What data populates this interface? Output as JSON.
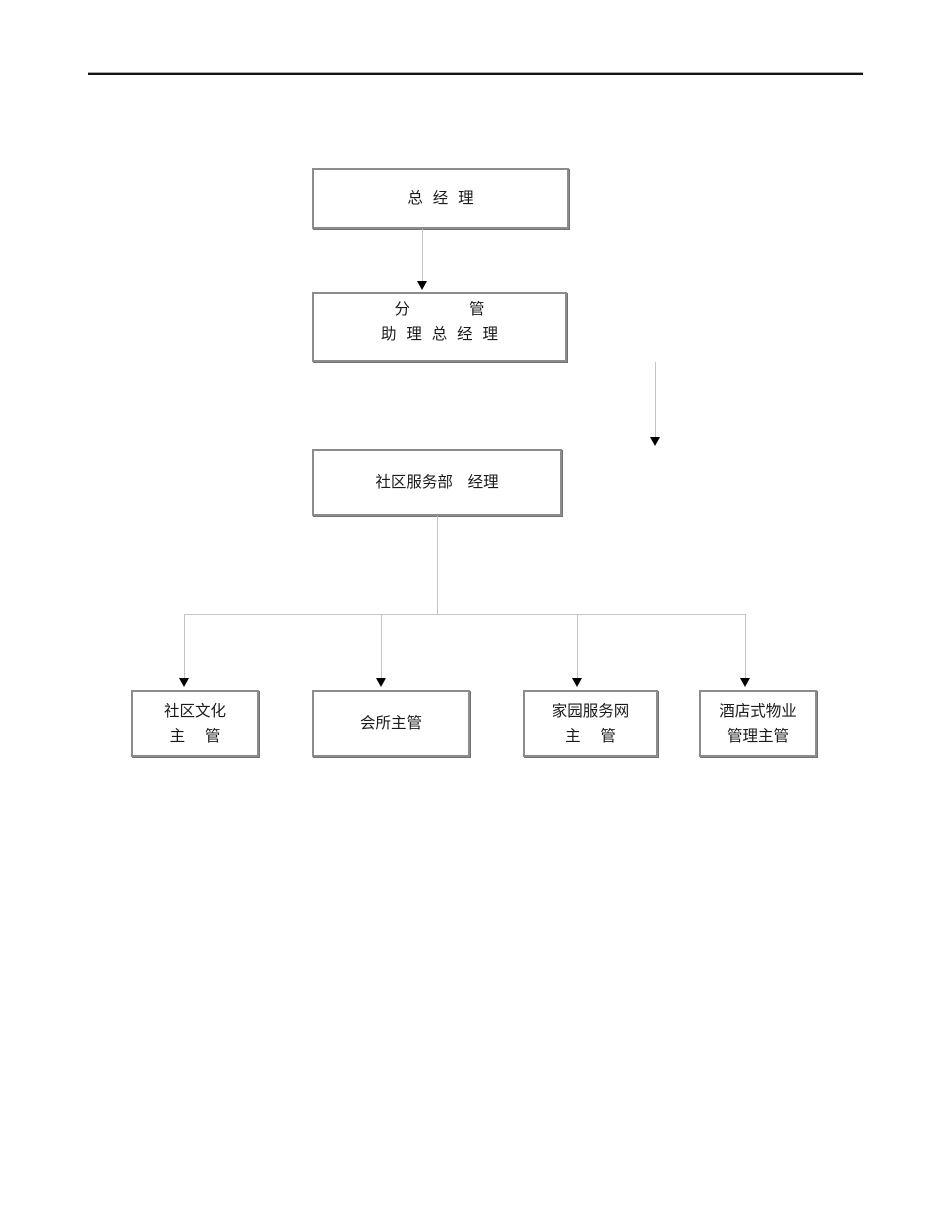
{
  "document": {
    "kind": "org-chart-page",
    "colors": {
      "background": "#ffffff",
      "box_border": "#8c8c8c",
      "box_shadow": "#737373",
      "connector_line": "#c4c4c4",
      "arrowhead": "#000000",
      "text": "#1a1a1a",
      "rule_top": "#a9a9a9",
      "rule_bottom": "#141414"
    }
  },
  "nodes": {
    "general_manager": {
      "line1": "总  经  理"
    },
    "deputy_general_manager": {
      "line1": "分            管",
      "line2": "助  理  总  经  理"
    },
    "community_service_dept_manager": {
      "line1": "社区服务部   经理"
    },
    "community_culture_supervisor": {
      "line1": "社区文化",
      "line2": "主    管"
    },
    "club_supervisor": {
      "line1": "会所主管"
    },
    "home_service_network_supervisor": {
      "line1": "家园服务网",
      "line2": "主    管"
    },
    "hotel_style_property_supervisor": {
      "line1": "酒店式物业",
      "line2": "管理主管"
    }
  }
}
